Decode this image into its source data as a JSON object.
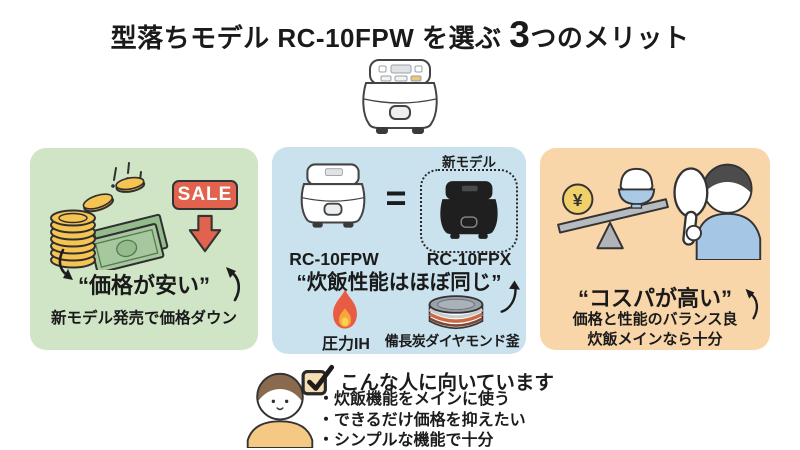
{
  "title": {
    "part1": "型落ちモデル RC-10FPW を選ぶ ",
    "part2": "3",
    "part3": "つのメリット"
  },
  "panels": {
    "price": {
      "sale_badge": "SALE",
      "headline": "“価格が安い”",
      "subtext": "新モデル発売で価格ダウン"
    },
    "performance": {
      "old_model_name": "RC-10FPW",
      "new_model_tag": "新モデル",
      "new_model_name": "RC-10FPX",
      "equals_sign": "=",
      "headline": "“炊飯性能はほぼ同じ”",
      "feature_pressure": "圧力IH",
      "feature_pot": "備長炭ダイヤモンド釜"
    },
    "value": {
      "yen_symbol": "¥",
      "headline": "“コスパが高い”",
      "subtext_line1": "価格と性能のバランス良",
      "subtext_line2": "炊飯メインなら十分"
    }
  },
  "recommendation": {
    "heading": "こんな人に向いています",
    "bullet1": "・炊飯機能をメインに使う",
    "bullet2": "・できるだけ価格を抑えたい",
    "bullet3": "・シンプルな機能で十分"
  },
  "colors": {
    "panel_price_bg": "#cfe5c5",
    "panel_performance_bg": "#c9e2ee",
    "panel_value_bg": "#f9d6a9",
    "sale_red": "#e2634d",
    "coin_gold": "#f5c452",
    "money_green": "#a6c89e",
    "flame_orange": "#e85c44",
    "text_dark": "#1c1c1c"
  }
}
